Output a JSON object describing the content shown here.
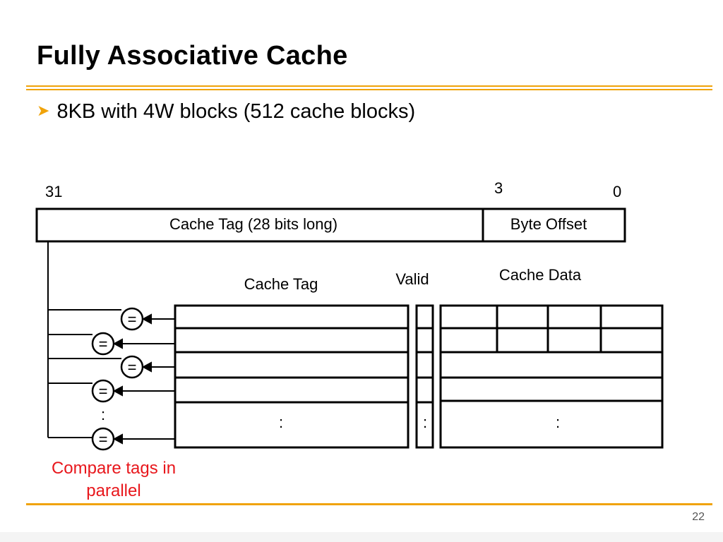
{
  "slide": {
    "title": "Fully Associative Cache",
    "bullet": "8KB with 4W blocks (512 cache blocks)",
    "bullet_marker": "arrow-bullet-icon",
    "page_number": "22",
    "accent_color": "#f0a30a",
    "caption_color": "#e8171c"
  },
  "address": {
    "bit_high": "31",
    "bit_mid": "3",
    "bit_low": "0",
    "tag_field": "Cache Tag (28 bits long)",
    "offset_field": "Byte Offset"
  },
  "cache": {
    "tag_header": "Cache Tag",
    "valid_header": "Valid",
    "data_header": "Cache Data",
    "comparator_symbol": "=",
    "ellipsis": ":"
  },
  "caption": {
    "line1": "Compare tags in",
    "line2": "parallel"
  }
}
